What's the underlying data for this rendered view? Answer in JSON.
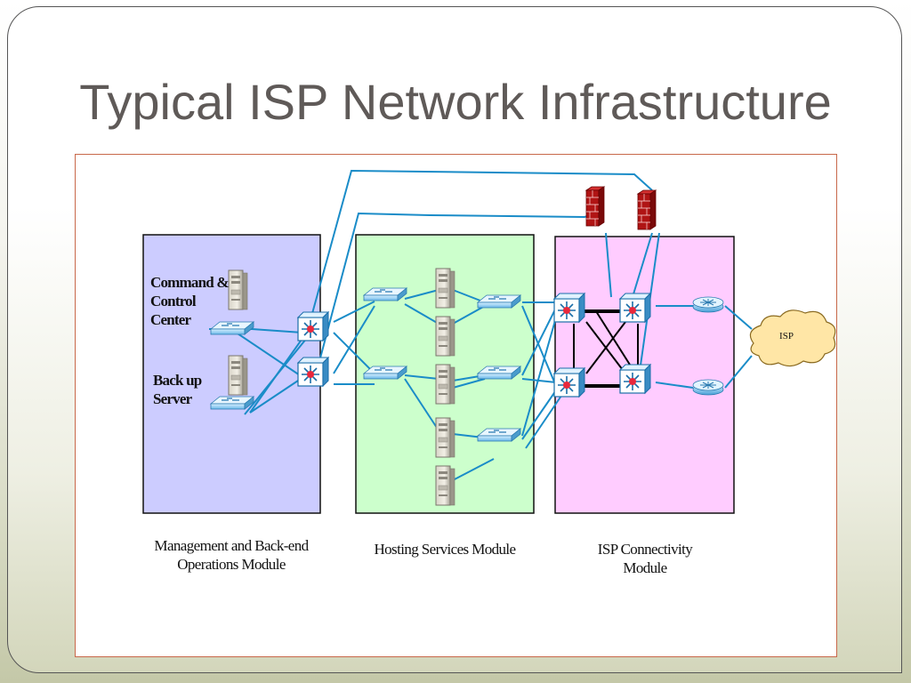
{
  "slide": {
    "title": "Typical ISP Network Infrastructure"
  },
  "diagram": {
    "modules": [
      {
        "id": "management",
        "label": "Management and Back-end Operations Module",
        "color": "#ccccff"
      },
      {
        "id": "hosting",
        "label": "Hosting Services Module",
        "color": "#ccffcc"
      },
      {
        "id": "connectivity",
        "label": "ISP Connectivity Module",
        "color": "#ffccff"
      }
    ],
    "nodes": {
      "command_center": "Command & Control Center",
      "backup_server": "Back up Server",
      "isp_cloud": "ISP"
    },
    "colors": {
      "link": "#1a8cc8",
      "firewall": "#b01414",
      "cloud": "#ffe6a6",
      "switch_red": "#e8283c"
    },
    "icons": [
      "server-icon",
      "switch-icon",
      "multilayer-switch-icon",
      "firewall-icon",
      "router-icon",
      "cloud-icon"
    ]
  }
}
